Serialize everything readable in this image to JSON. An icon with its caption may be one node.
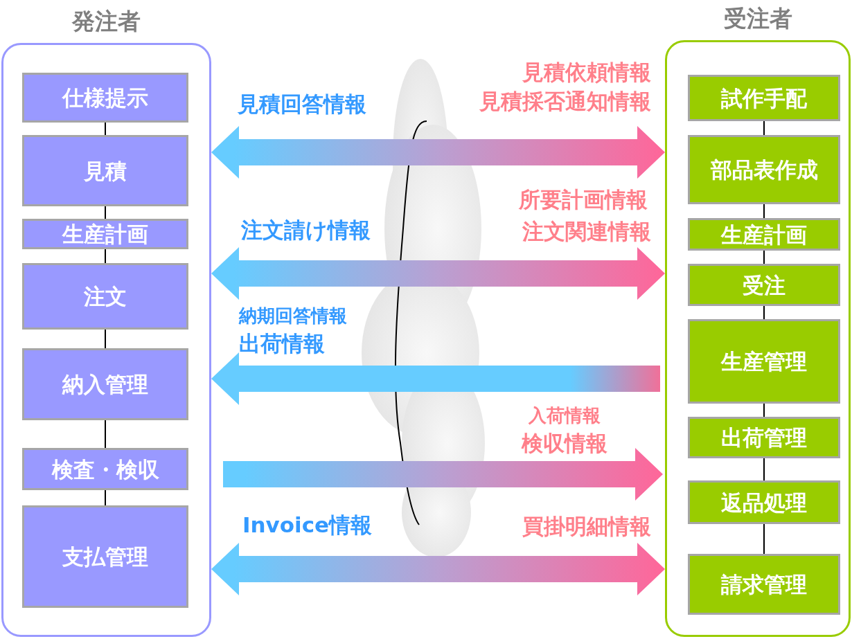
{
  "diagram": {
    "nodes": [
      {
        "text": [
          "発注者"
        ]
      },
      {
        "text": [
          "仕様提示"
        ],
        "in": 0
      },
      {
        "text": [
          "見積"
        ],
        "in": 0
      },
      {
        "text": [
          "生産計画"
        ],
        "in": 0
      },
      {
        "text": [
          "注文"
        ],
        "in": 0
      },
      {
        "text": [
          "納入管理"
        ],
        "in": 0
      },
      {
        "text": [
          "検査・検収"
        ],
        "in": 0
      },
      {
        "text": [
          "支払管理"
        ],
        "in": 0
      },
      {
        "text": [
          "受注者"
        ]
      },
      {
        "text": [
          "試作手配"
        ],
        "in": 8
      },
      {
        "text": [
          "部品表作成"
        ],
        "in": 8
      },
      {
        "text": [
          "生産計画"
        ],
        "in": 8
      },
      {
        "text": [
          "受注"
        ],
        "in": 8
      },
      {
        "text": [
          "生産管理"
        ],
        "in": 8
      },
      {
        "text": [
          "出荷管理"
        ],
        "in": 8
      },
      {
        "text": [
          "返品処理"
        ],
        "in": 8
      },
      {
        "text": [
          "請求管理"
        ],
        "in": 8
      }
    ],
    "edges": [
      {
        "from": 1,
        "to": 2,
        "arrow": "none"
      },
      {
        "from": 2,
        "to": 3,
        "arrow": "none"
      },
      {
        "from": 3,
        "to": 4,
        "arrow": "none"
      },
      {
        "from": 4,
        "to": 5,
        "arrow": "none"
      },
      {
        "from": 5,
        "to": 6,
        "arrow": "none"
      },
      {
        "from": 6,
        "to": 7,
        "arrow": "none"
      },
      {
        "from": 9,
        "to": 10,
        "arrow": "none"
      },
      {
        "from": 10,
        "to": 11,
        "arrow": "none"
      },
      {
        "from": 11,
        "to": 12,
        "arrow": "none"
      },
      {
        "from": 12,
        "to": 13,
        "arrow": "none"
      },
      {
        "from": 13,
        "to": 14,
        "arrow": "none"
      },
      {
        "from": 14,
        "to": 15,
        "arrow": "none"
      },
      {
        "from": 15,
        "to": 16,
        "arrow": "none"
      },
      {
        "from": 0,
        "to": 8,
        "arrow": "both"
      },
      {
        "from": 0,
        "to": 8,
        "arrow": "both"
      },
      {
        "from": 8,
        "to": 0,
        "arrow": "to"
      },
      {
        "from": 0,
        "to": 8,
        "arrow": "to"
      },
      {
        "from": 0,
        "to": 8,
        "arrow": "both"
      }
    ],
    "labels": [
      "見積依頼情報",
      "見積回答情報",
      "見積採否通知情報",
      "所要計画情報",
      "注文請け情報",
      "注文関連情報",
      "納期回答情報",
      "出荷情報",
      "入荷情報",
      "検収情報",
      "Invoice情報",
      "買掛明細情報"
    ]
  }
}
